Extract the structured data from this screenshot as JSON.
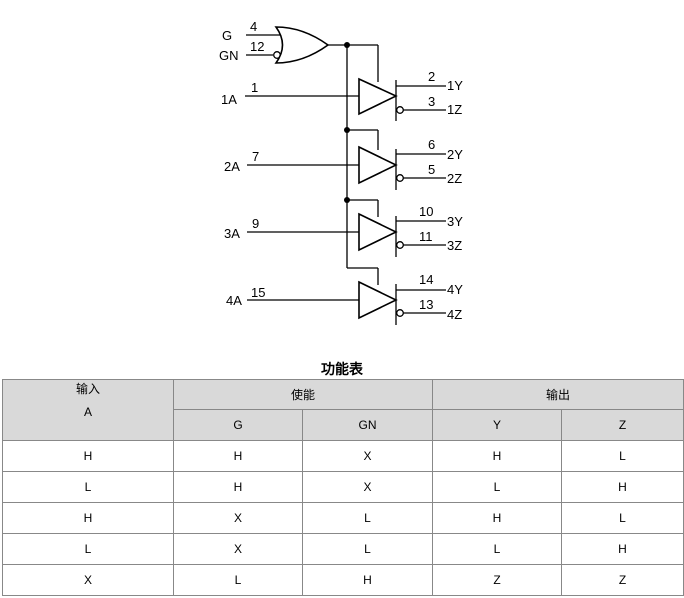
{
  "diagram": {
    "enable_inputs": [
      {
        "name": "G",
        "pin": "4"
      },
      {
        "name": "GN",
        "pin": "12"
      }
    ],
    "channels": [
      {
        "input": "1A",
        "in_pin": "1",
        "y_pin": "2",
        "y": "1Y",
        "z_pin": "3",
        "z": "1Z"
      },
      {
        "input": "2A",
        "in_pin": "7",
        "y_pin": "6",
        "y": "2Y",
        "z_pin": "5",
        "z": "2Z"
      },
      {
        "input": "3A",
        "in_pin": "9",
        "y_pin": "10",
        "y": "3Y",
        "z_pin": "11",
        "z": "3Z"
      },
      {
        "input": "4A",
        "in_pin": "15",
        "y_pin": "14",
        "y": "4Y",
        "z_pin": "13",
        "z": "4Z"
      }
    ]
  },
  "table": {
    "title": "功能表",
    "group_headers": {
      "input": "输入",
      "enable": "使能",
      "output": "输出"
    },
    "columns": [
      "A",
      "G",
      "GN",
      "Y",
      "Z"
    ],
    "rows": [
      [
        "H",
        "H",
        "X",
        "H",
        "L"
      ],
      [
        "L",
        "H",
        "X",
        "L",
        "H"
      ],
      [
        "H",
        "X",
        "L",
        "H",
        "L"
      ],
      [
        "L",
        "X",
        "L",
        "L",
        "H"
      ],
      [
        "X",
        "L",
        "H",
        "Z",
        "Z"
      ]
    ]
  }
}
